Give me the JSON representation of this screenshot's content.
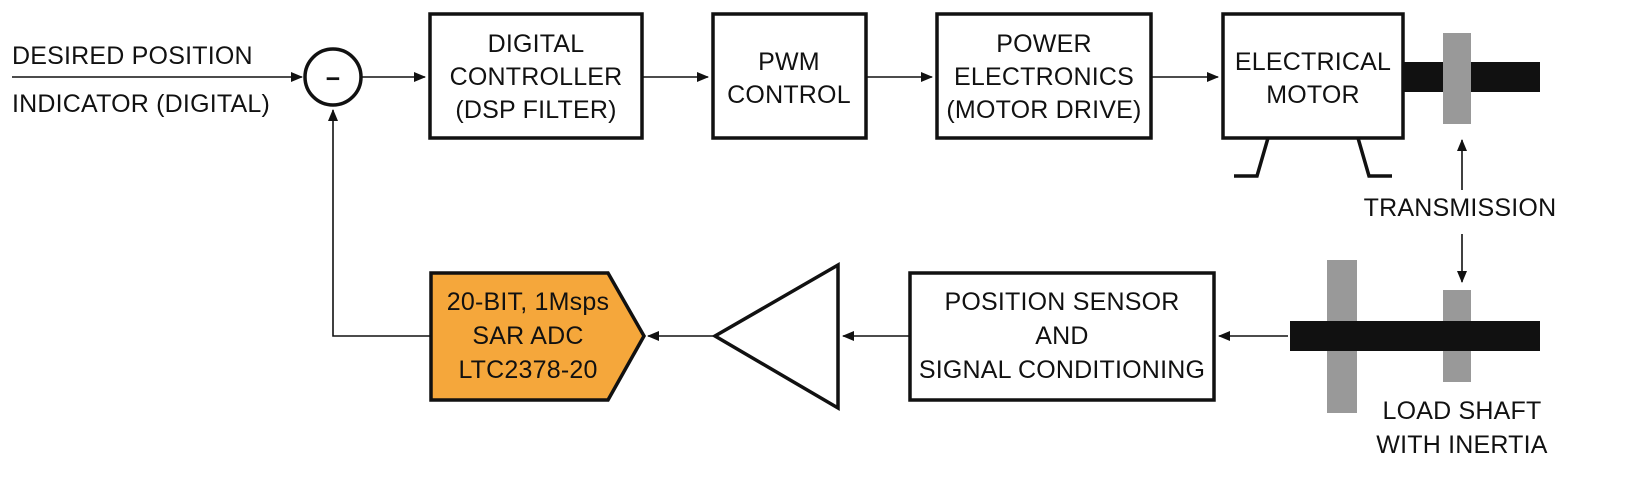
{
  "input": {
    "line1": "DESIRED POSITION",
    "line2": "INDICATOR (DIGITAL)"
  },
  "summing_junction": {
    "symbol": "−"
  },
  "blocks": {
    "digital_controller": [
      "DIGITAL",
      "CONTROLLER",
      "(DSP FILTER)"
    ],
    "pwm_control": [
      "PWM",
      "CONTROL"
    ],
    "power_electronics": [
      "POWER",
      "ELECTRONICS",
      "(MOTOR DRIVE)"
    ],
    "electrical_motor": [
      "ELECTRICAL",
      "MOTOR"
    ],
    "position_sensor": [
      "POSITION SENSOR",
      "AND",
      "SIGNAL CONDITIONING"
    ],
    "adc": [
      "20-BIT, 1Msps",
      "SAR ADC",
      "LTC2378-20"
    ]
  },
  "labels": {
    "transmission": "TRANSMISSION",
    "load_shaft_1": "LOAD SHAFT",
    "load_shaft_2": "WITH INERTIA"
  },
  "colors": {
    "adc_fill": "#F5A73B",
    "line": "#111111",
    "gear": "#999999"
  }
}
